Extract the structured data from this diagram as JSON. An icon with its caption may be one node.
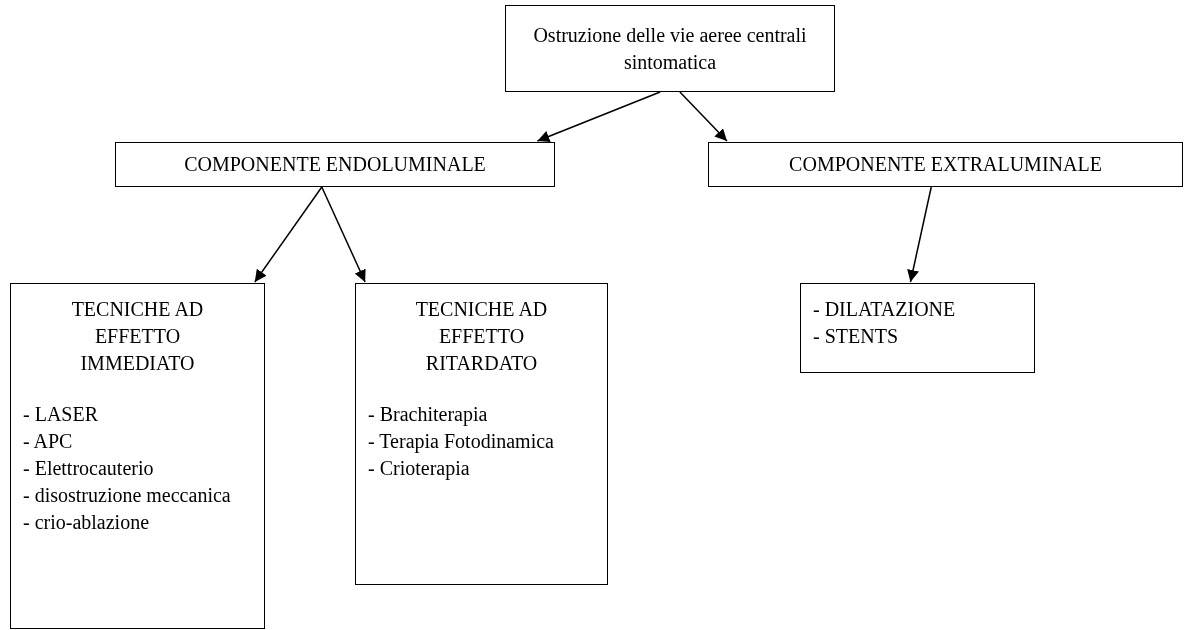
{
  "diagram": {
    "nodes": [
      {
        "text": [
          "Ostruzione delle vie aeree centrali sintomatica"
        ]
      },
      {
        "text": [
          "COMPONENTE ENDOLUMINALE"
        ]
      },
      {
        "text": [
          "COMPONENTE EXTRALUMINALE"
        ]
      },
      {
        "text": [
          "TECNICHE AD EFFETTO IMMEDIATO",
          "- LASER",
          "- APC",
          "- Elettrocauterio",
          "- disostruzione meccanica",
          "- crio-ablazione"
        ]
      },
      {
        "text": [
          "TECNICHE AD EFFETTO RITARDATO",
          "- Brachiterapia",
          "- Terapia Fotodinamica",
          "- Crioterapia"
        ]
      },
      {
        "text": [
          "- DILATAZIONE",
          "- STENTS"
        ]
      }
    ],
    "edges": [
      {
        "from": 0,
        "to": 1,
        "arrow": "to"
      },
      {
        "from": 0,
        "to": 2,
        "arrow": "to"
      },
      {
        "from": 1,
        "to": 3,
        "arrow": "to"
      },
      {
        "from": 1,
        "to": 4,
        "arrow": "to"
      },
      {
        "from": 2,
        "to": 5,
        "arrow": "to"
      }
    ]
  }
}
